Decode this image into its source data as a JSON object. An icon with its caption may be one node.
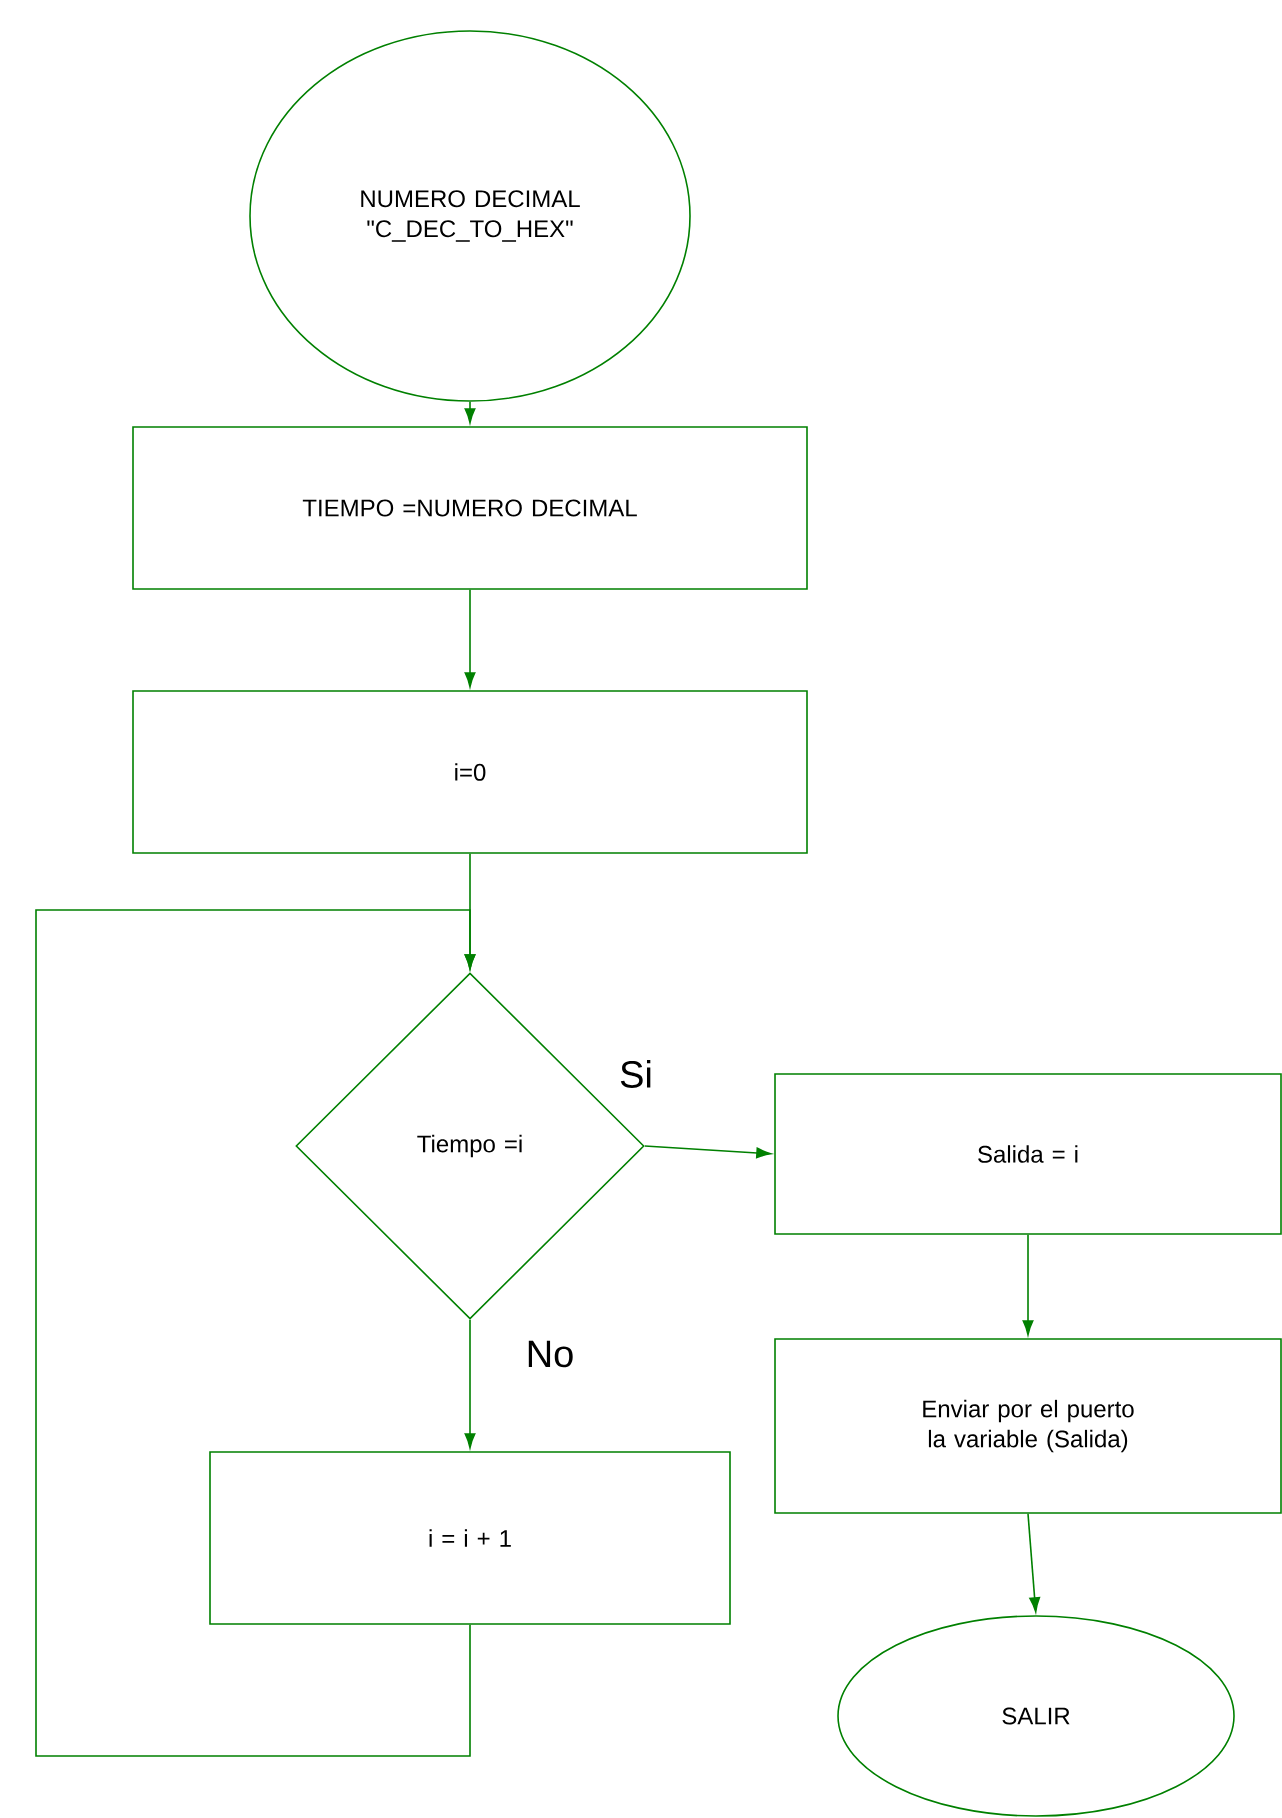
{
  "diagram": {
    "nodes": [
      {
        "text": [
          "NUMERO DECIMAL \"C_DEC_TO_HEX\""
        ]
      },
      {
        "text": [
          "TIEMPO =NUMERO DECIMAL"
        ]
      },
      {
        "text": [
          "i=0"
        ]
      },
      {
        "text": [
          "Tiempo =i"
        ]
      },
      {
        "text": [
          "Salida    = i"
        ]
      },
      {
        "text": [
          "Enviar por el puerto la variable (Salida)"
        ]
      },
      {
        "text": [
          "i =  i    +   1"
        ]
      },
      {
        "text": [
          "SALIR"
        ]
      }
    ],
    "edges": [
      {
        "from": 0,
        "to": 1,
        "arrow": "to"
      },
      {
        "from": 1,
        "to": 2,
        "arrow": "to"
      },
      {
        "from": 2,
        "to": 3,
        "arrow": "to"
      },
      {
        "from": 3,
        "to": 4,
        "arrow": "to",
        "label": "Si"
      },
      {
        "from": 3,
        "to": 6,
        "arrow": "to",
        "label": "No"
      },
      {
        "from": 6,
        "to": 3,
        "arrow": "to"
      },
      {
        "from": 4,
        "to": 5,
        "arrow": "to"
      },
      {
        "from": 5,
        "to": 7,
        "arrow": "to"
      }
    ]
  }
}
